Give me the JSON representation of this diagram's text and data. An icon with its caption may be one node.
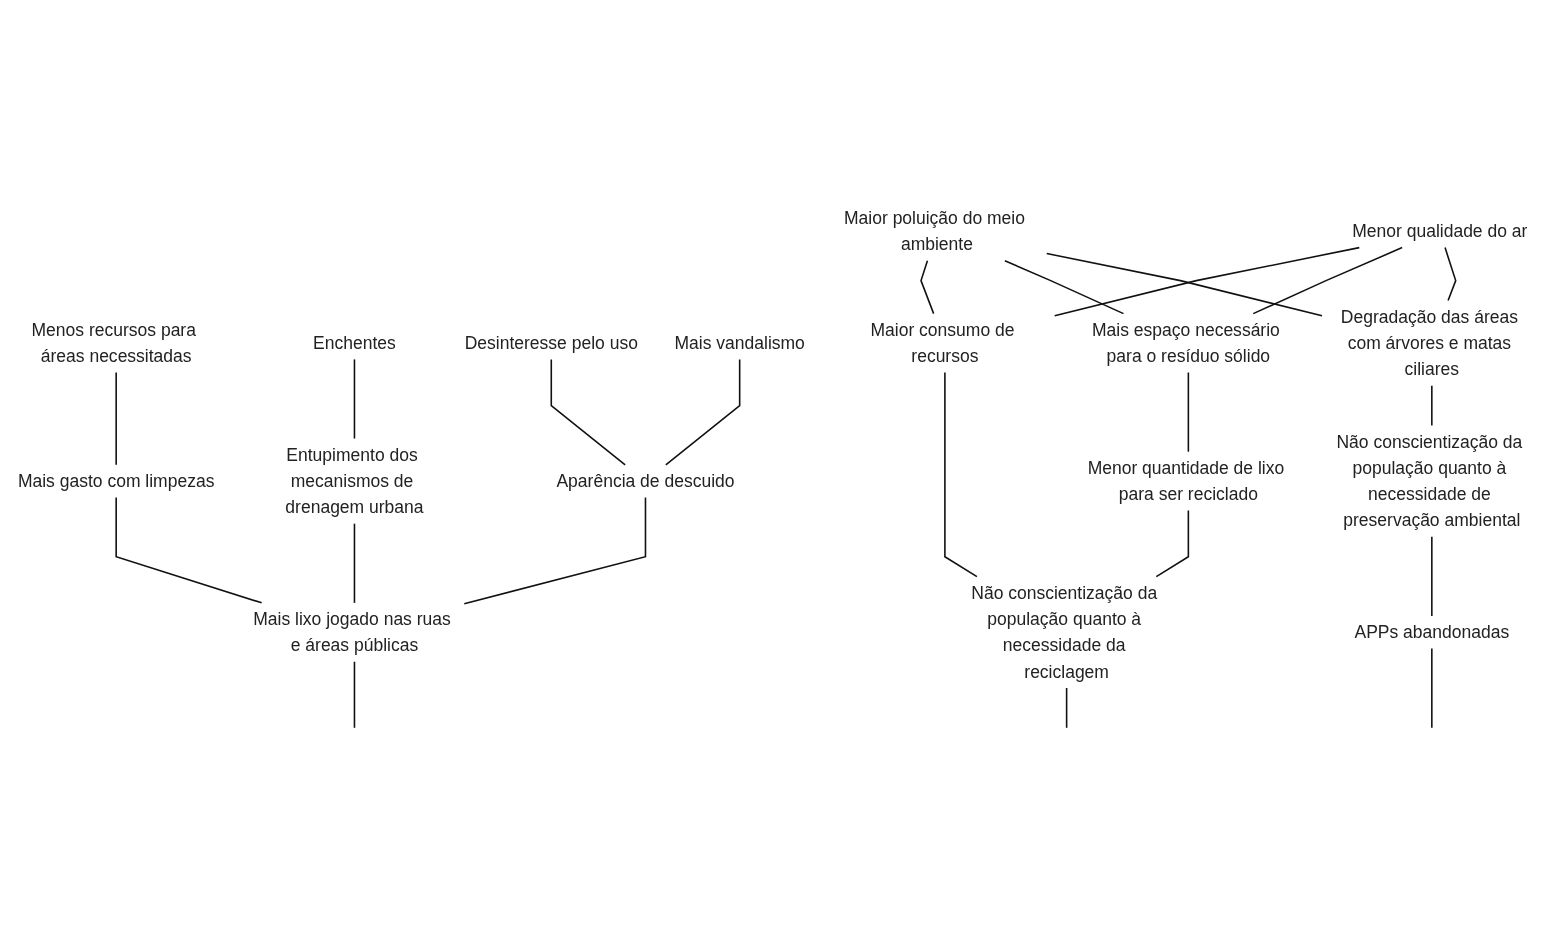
{
  "diagram": {
    "nodes": [
      {
        "text": [
          "Menos recursos para áreas necessitadas"
        ]
      },
      {
        "text": [
          "Enchentes"
        ]
      },
      {
        "text": [
          "Mais gasto com limpezas"
        ]
      },
      {
        "text": [
          "Entupimento dos mecanismos de drenagem urbana"
        ]
      },
      {
        "text": [
          "Maior poluição do meio ambiente"
        ]
      },
      {
        "text": [
          "Menor qualidade do ar"
        ]
      },
      {
        "text": [
          "Desinteresse pelo uso"
        ]
      },
      {
        "text": [
          "Mais vandalismo"
        ]
      },
      {
        "text": [
          "Mais espaço necessário para o resíduo sólido"
        ]
      },
      {
        "text": [
          "Degradação das áreas com árvores e matas ciliares"
        ]
      },
      {
        "text": [
          "Aparência de descuido"
        ]
      },
      {
        "text": [
          "Maior consumo de recursos"
        ]
      },
      {
        "text": [
          "Menor quantidade de lixo para ser reciclado"
        ]
      },
      {
        "text": [
          "Não conscientização da população quanto à necessidade de preservação ambiental"
        ]
      },
      {
        "text": [
          "Mais lixo jogado nas ruas e áreas públicas"
        ]
      },
      {
        "text": [
          "Não conscientização da população quanto à necessidade da reciclagem"
        ]
      },
      {
        "text": [
          "APPs abandonadas"
        ]
      }
    ],
    "edges": [
      {
        "from": 2,
        "to": 0,
        "arrow": "none"
      },
      {
        "from": 3,
        "to": 1,
        "arrow": "none"
      },
      {
        "from": 14,
        "to": 2,
        "arrow": "none"
      },
      {
        "from": 14,
        "to": 3,
        "arrow": "none"
      },
      {
        "from": 14,
        "to": 10,
        "arrow": "none"
      },
      {
        "from": 10,
        "to": 6,
        "arrow": "none"
      },
      {
        "from": 10,
        "to": 7,
        "arrow": "none"
      },
      {
        "from": 11,
        "to": 4,
        "arrow": "none"
      },
      {
        "from": 11,
        "to": 5,
        "arrow": "none"
      },
      {
        "from": 8,
        "to": 4,
        "arrow": "none"
      },
      {
        "from": 8,
        "to": 5,
        "arrow": "none"
      },
      {
        "from": 9,
        "to": 4,
        "arrow": "none"
      },
      {
        "from": 9,
        "to": 5,
        "arrow": "none"
      },
      {
        "from": 12,
        "to": 8,
        "arrow": "none"
      },
      {
        "from": 15,
        "to": 11,
        "arrow": "none"
      },
      {
        "from": 15,
        "to": 12,
        "arrow": "none"
      },
      {
        "from": 13,
        "to": 9,
        "arrow": "none"
      },
      {
        "from": 16,
        "to": 13,
        "arrow": "none"
      },
      {
        "from": null,
        "to": 14,
        "arrow": "none"
      },
      {
        "from": null,
        "to": 15,
        "arrow": "none"
      },
      {
        "from": null,
        "to": 16,
        "arrow": "none"
      }
    ]
  }
}
